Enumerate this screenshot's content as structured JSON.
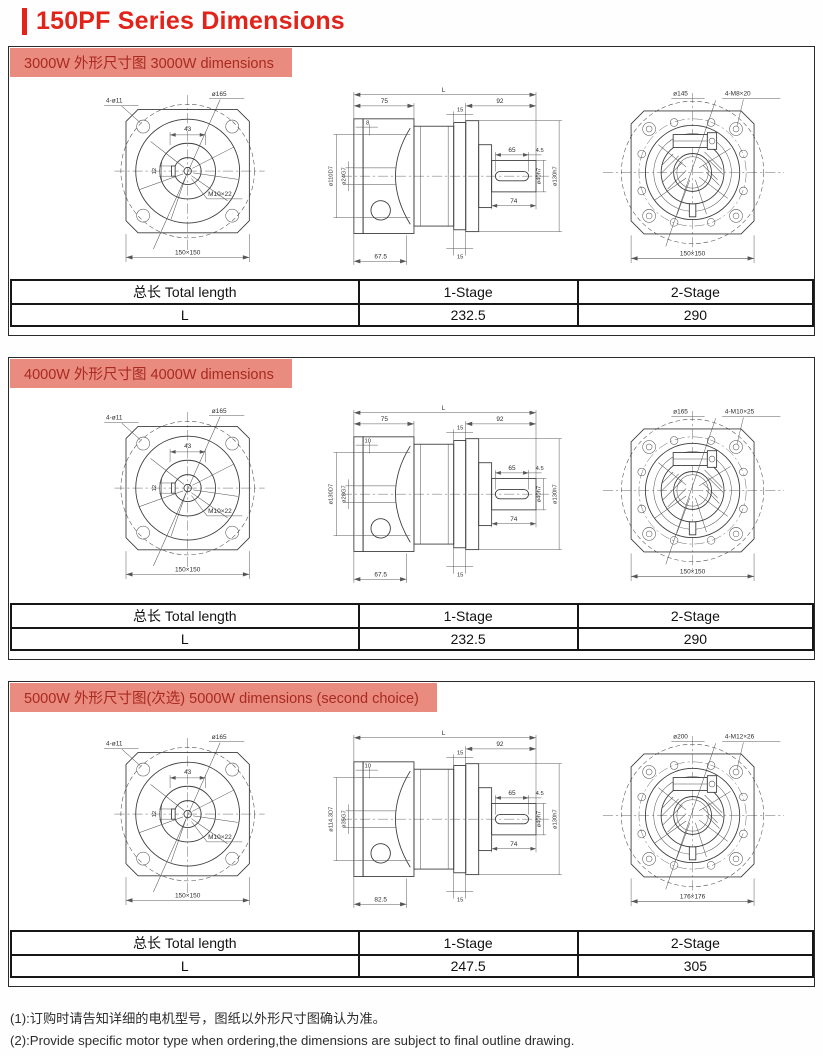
{
  "page": {
    "title": "150PF Series Dimensions",
    "notes": [
      "(1):订购时请告知详细的电机型号，图纸以外形尺寸图确认为准。",
      "(2):Provide specific motor type when ordering,the dimensions are subject to final outline drawing."
    ]
  },
  "colors": {
    "accent_red": "#e2231a",
    "panel_header_bg": "#ea8b7f",
    "panel_header_text": "#a82a20"
  },
  "panels": [
    {
      "header": "3000W 外形尺寸图 3000W dimensions",
      "front": {
        "bolt_holes": "4-ø11",
        "pilot_dia": "ø165",
        "hub_width": "43",
        "keyway": "12",
        "tapped_holes": "M10×22",
        "flange_size": "150×150"
      },
      "side": {
        "overall": "L",
        "front_len": "75",
        "rear_len": "92",
        "step_top": "15",
        "input_bore": "ø110D7",
        "input_shaft_bore": "ø24G7",
        "plate_depth": "8",
        "key_len": "65",
        "key_end": "4.5",
        "shaft_dia": "ø40h7",
        "spigot_dia": "ø130h7",
        "shaft_len": "74",
        "bottom_len": "67.5",
        "step_bottom": "15"
      },
      "rear": {
        "pilot_dia": "ø145",
        "bolt_holes": "4-M8×20",
        "flange_size": "150×150"
      },
      "table": {
        "headers": [
          "总长 Total length",
          "1-Stage",
          "2-Stage"
        ],
        "row": [
          "L",
          "232.5",
          "290"
        ]
      }
    },
    {
      "header": "4000W 外形尺寸图 4000W dimensions",
      "front": {
        "bolt_holes": "4-ø11",
        "pilot_dia": "ø165",
        "hub_width": "43",
        "keyway": "12",
        "tapped_holes": "M10×22",
        "flange_size": "150×150"
      },
      "side": {
        "overall": "L",
        "front_len": "75",
        "rear_len": "92",
        "step_top": "15",
        "input_bore": "ø130D7",
        "input_shaft_bore": "ø28G7",
        "plate_depth": "10",
        "key_len": "65",
        "key_end": "4.5",
        "shaft_dia": "ø40h7",
        "spigot_dia": "ø130h7",
        "shaft_len": "74",
        "bottom_len": "67.5",
        "step_bottom": "15"
      },
      "rear": {
        "pilot_dia": "ø165",
        "bolt_holes": "4-M10×25",
        "flange_size": "150×150"
      },
      "table": {
        "headers": [
          "总长 Total length",
          "1-Stage",
          "2-Stage"
        ],
        "row": [
          "L",
          "232.5",
          "290"
        ]
      }
    },
    {
      "header": "5000W 外形尺寸图(次选) 5000W dimensions (second choice)",
      "front": {
        "bolt_holes": "4-ø11",
        "pilot_dia": "ø165",
        "hub_width": "43",
        "keyway": "12",
        "tapped_holes": "M10×22",
        "flange_size": "150×150"
      },
      "side": {
        "overall": "L",
        "front_len": "",
        "rear_len": "92",
        "step_top": "15",
        "input_bore": "ø114.3D7",
        "input_shaft_bore": "ø35G7",
        "plate_depth": "10",
        "key_len": "65",
        "key_end": "4.5",
        "shaft_dia": "ø40h7",
        "spigot_dia": "ø130h7",
        "shaft_len": "74",
        "bottom_len": "82.5",
        "step_bottom": "15"
      },
      "rear": {
        "pilot_dia": "ø200",
        "bolt_holes": "4-M12×26",
        "flange_size": "176×176"
      },
      "table": {
        "headers": [
          "总长 Total length",
          "1-Stage",
          "2-Stage"
        ],
        "row": [
          "L",
          "247.5",
          "305"
        ]
      }
    }
  ]
}
